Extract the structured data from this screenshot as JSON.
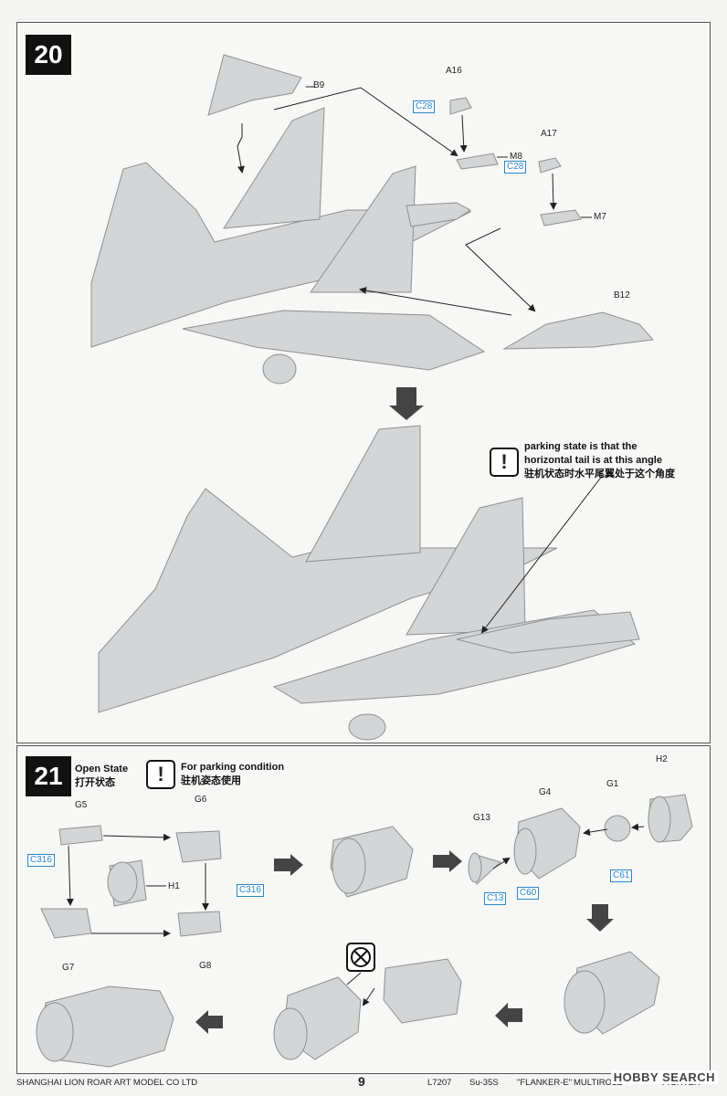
{
  "steps": [
    {
      "number": "20",
      "parts": [
        "B9",
        "A16",
        "M8",
        "A17",
        "M7",
        "B12"
      ],
      "refs": [
        "C28",
        "C28"
      ],
      "note": {
        "en_line1": "parking state is that the",
        "en_line2": "horizontal tail is at this angle",
        "zh": "驻机状态时水平尾翼处于这个角度"
      }
    },
    {
      "number": "21",
      "open_state_en": "Open State",
      "open_state_zh": "打开状态",
      "parking_en": "For parking condition",
      "parking_zh": "驻机姿态使用",
      "parts": [
        "G5",
        "G6",
        "H1",
        "G7",
        "G8",
        "G13",
        "G4",
        "G1",
        "H2"
      ],
      "refs": [
        "C316",
        "C316",
        "C13",
        "C60",
        "C61"
      ]
    }
  ],
  "footer": {
    "company": "SHANGHAI LION ROAR ART MODEL CO LTD",
    "page": "9",
    "code": "L7207",
    "model": "Su-35S",
    "name": "\"FLANKER-E\"",
    "type1": "MULTIROLE",
    "type2": "FIGHTER"
  },
  "watermark": "HOBBY SEARCH",
  "colors": {
    "part_fill": "#d3d5d6",
    "part_stroke": "#8d9092",
    "ref_blue": "#2a86c8"
  }
}
